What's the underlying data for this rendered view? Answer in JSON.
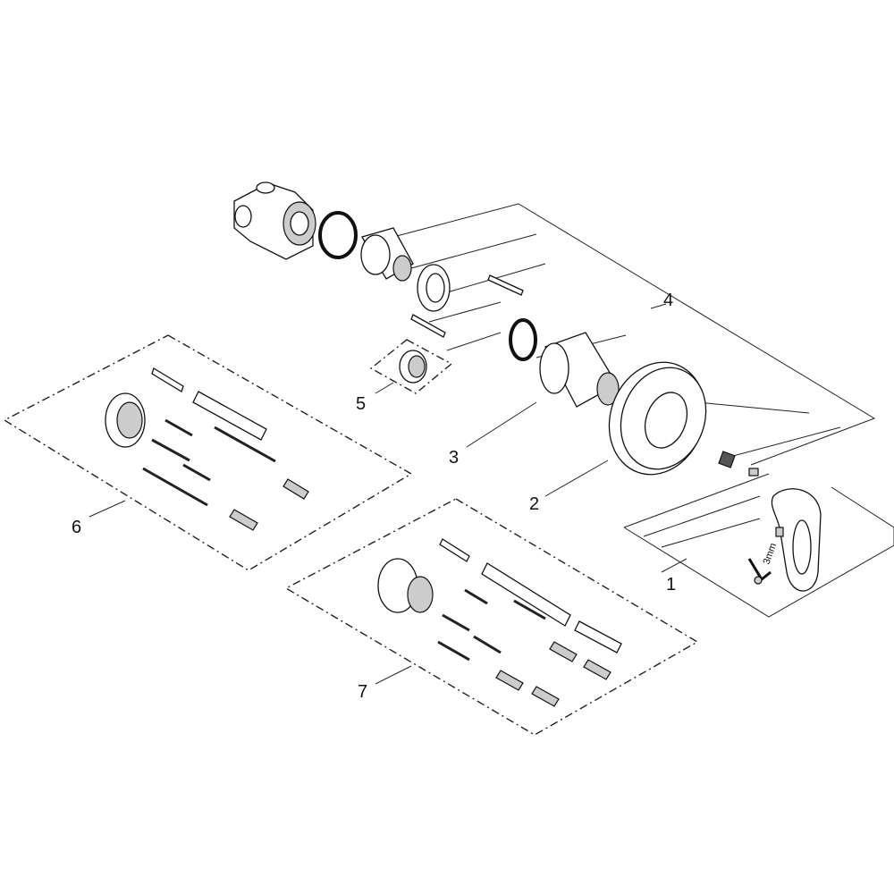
{
  "diagram": {
    "callouts": [
      {
        "id": "1",
        "label": "1"
      },
      {
        "id": "2",
        "label": "2"
      },
      {
        "id": "3",
        "label": "3"
      },
      {
        "id": "4",
        "label": "4"
      },
      {
        "id": "5",
        "label": "5"
      },
      {
        "id": "6",
        "label": "6"
      },
      {
        "id": "7",
        "label": "7"
      }
    ],
    "tool_label": "3mm"
  }
}
